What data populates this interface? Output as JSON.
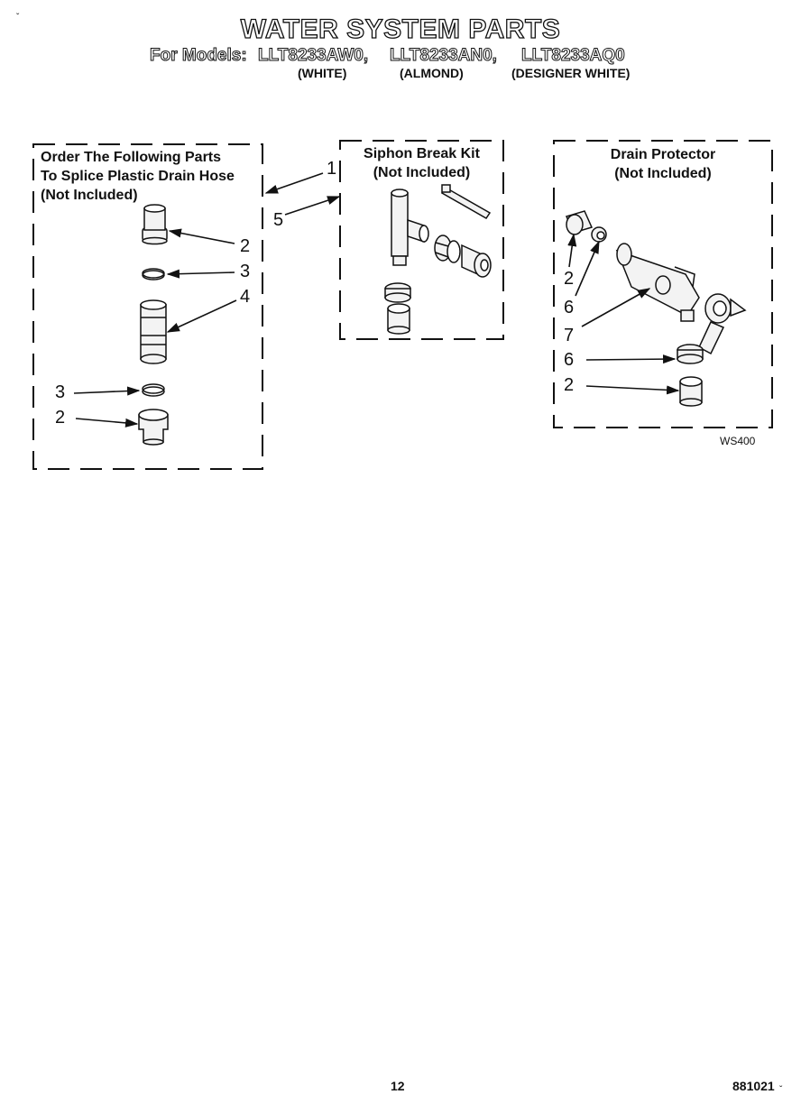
{
  "header": {
    "corner_mark": "ˇ",
    "title": "WATER SYSTEM PARTS",
    "models_prefix": "For Models:",
    "models": [
      {
        "code": "LLT8233AW0,",
        "color": "(WHITE)"
      },
      {
        "code": "LLT8233AN0,",
        "color": "(ALMOND)"
      },
      {
        "code": "LLT8233AQ0",
        "color": "(DESIGNER WHITE)"
      }
    ]
  },
  "boxes": {
    "splice": {
      "lines": [
        "Order The Following Parts",
        "To Splice Plastic Drain Hose",
        "(Not Included)"
      ]
    },
    "siphon": {
      "lines": [
        "Siphon Break Kit",
        "(Not Included)"
      ]
    },
    "drain": {
      "lines": [
        "Drain Protector",
        "(Not Included)"
      ]
    }
  },
  "callouts": {
    "c1": "1",
    "c5": "5",
    "left_2a": "2",
    "left_3a": "3",
    "left_4": "4",
    "left_3b": "3",
    "left_2b": "2",
    "right_2a": "2",
    "right_6a": "6",
    "right_7": "7",
    "right_6b": "6",
    "right_2b": "2"
  },
  "figure_code": "WS400",
  "footer": {
    "page_number": "12",
    "doc_number": "881021",
    "doc_mark": "ˇ"
  }
}
